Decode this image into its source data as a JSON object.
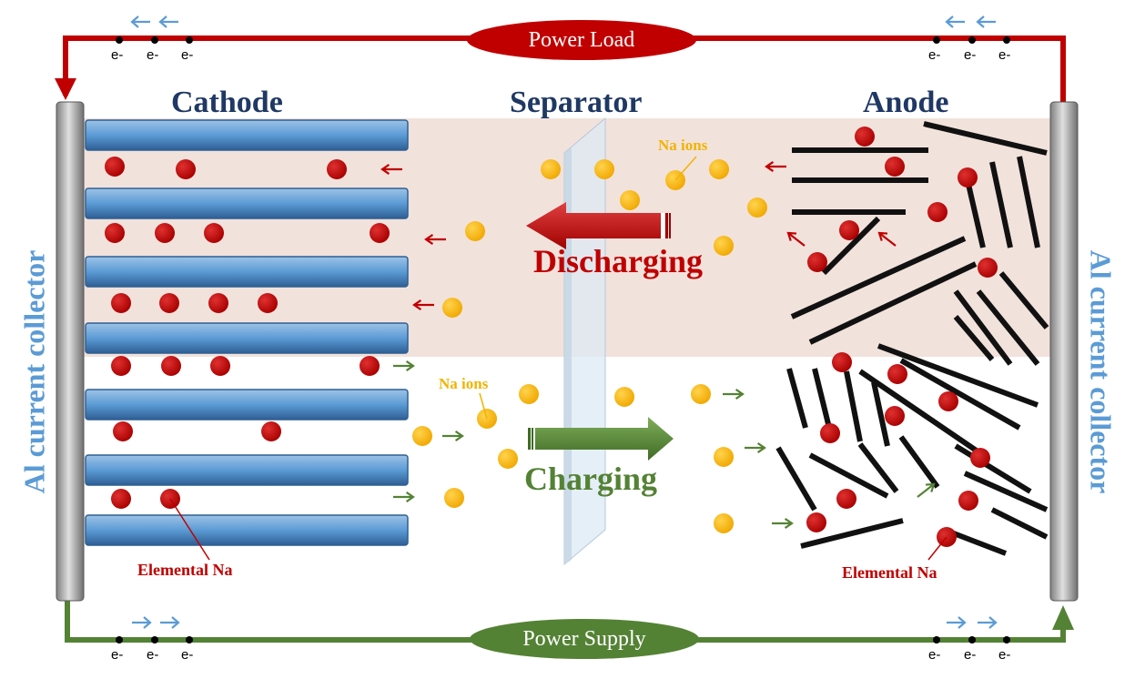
{
  "labels": {
    "cathode": "Cathode",
    "separator": "Separator",
    "anode": "Anode",
    "power_load": "Power Load",
    "power_supply": "Power Supply",
    "al_left": "Al current collector",
    "al_right": "Al current collector",
    "discharging": "Discharging",
    "charging": "Charging",
    "na_ions_top": "Na ions",
    "na_ions_bottom": "Na ions",
    "elemental_na_left": "Elemental Na",
    "elemental_na_right": "Elemental Na",
    "electron": "e-"
  },
  "colors": {
    "discharge_band": "#f2e2dc",
    "red_wire": "#c00000",
    "green_wire": "#548235",
    "na_metal": "#c00000",
    "na_ion": "#f5b800",
    "cathode_plate": "#5b9bd5",
    "title_navy": "#1f3864",
    "collector_label": "#5b9bd5",
    "electron_arrow": "#5b9bd5"
  }
}
